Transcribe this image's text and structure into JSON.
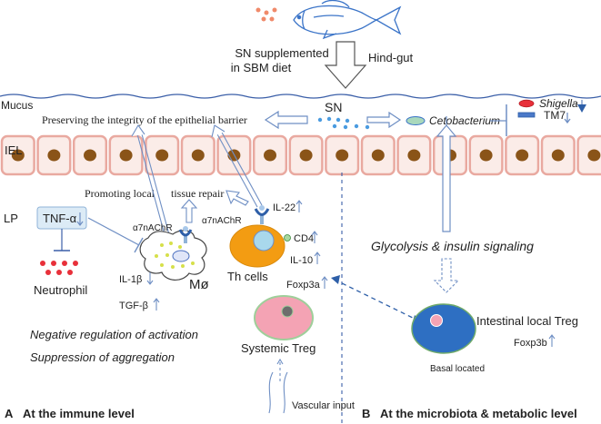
{
  "top": {
    "supplement_line1": "SN supplemented",
    "supplement_line2": "in SBM diet",
    "hindgut": "Hind-gut"
  },
  "lumen": {
    "mucus": "Mucus",
    "sn": "SN",
    "barrier_text": "Preserving the integrity of the epithelial barrier",
    "cetobacterium": "Cetobacterium",
    "shigella": "Shigella",
    "tm7": "TM7"
  },
  "epithelium": {
    "iel": "IEL",
    "lp": "LP"
  },
  "immune": {
    "tissue_repair": "Promoting local",
    "tissue_repair_2": "tissue repair",
    "tnf": "TNF-α",
    "a7_left": "α7nAChR",
    "a7_right": "α7nAChR",
    "il22": "IL-22",
    "cd4": "CD4",
    "il10": "IL-10",
    "foxp3a": "Foxp3a",
    "il1b": "IL-1β",
    "tgfb": "TGF-β",
    "neutrophil": "Neutrophil",
    "macrophage": "Mø",
    "th_cells": "Th cells",
    "neg_reg": "Negative regulation of activation",
    "suppression": "Suppression of aggregation",
    "systemic_treg": "Systemic Treg",
    "vascular": "Vascular input"
  },
  "metabolic": {
    "glycolysis": "Glycolysis & insulin signaling",
    "intestinal_treg": "Intestinal local Treg",
    "foxp3b": "Foxp3b",
    "basal": "Basal located"
  },
  "panels": {
    "a_letter": "A",
    "a_title": "At the  immune level",
    "b_letter": "B",
    "b_title": "At the microbiota & metabolic level"
  },
  "colors": {
    "cell_border": "#e9a9a0",
    "cell_fill": "#fbece8",
    "nucleus": "#8a5418",
    "arrow": "#6f8fc4",
    "th_cell": "#f39c12",
    "treg_blue": "#2e6fc2",
    "pink": "#f4a3b4",
    "red_dots": "#e8303a"
  }
}
